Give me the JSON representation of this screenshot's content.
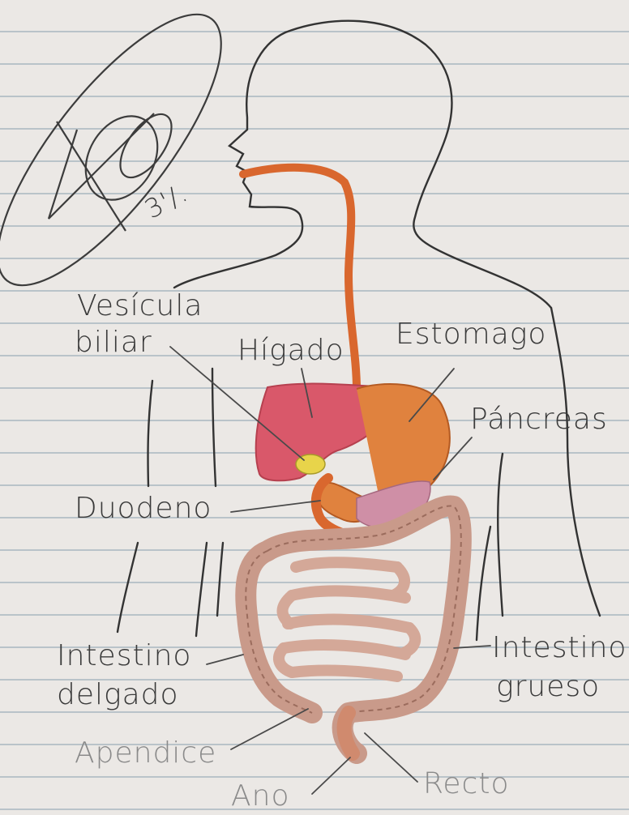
{
  "drawing": {
    "subject": "Sistema digestivo humano (dibujo a lápiz)"
  },
  "labels": {
    "vesicula_line1": "Vesícula",
    "vesicula_line2": "biliar",
    "higado": "Hígado",
    "estomago": "Estomago",
    "pancreas": "Páncreas",
    "duodeno": "Duodeno",
    "intestino_delgado_line1": "Intestino",
    "intestino_delgado_line2": "delgado",
    "intestino_grueso_line1": "Intestino",
    "intestino_grueso_line2": "grueso",
    "apendice": "Apendice",
    "ano": "Ano",
    "recto": "Recto",
    "grade": "3'/."
  },
  "colors": {
    "pencil": "#3a3a3a",
    "esophagus": "#d9672e",
    "liver": "#d9586a",
    "gallbladder": "#e8d44a",
    "stomach": "#e0823e",
    "pancreas": "#cf8fa6",
    "large_intestine": "#c99a8a",
    "small_intestine": "#d4a898"
  }
}
